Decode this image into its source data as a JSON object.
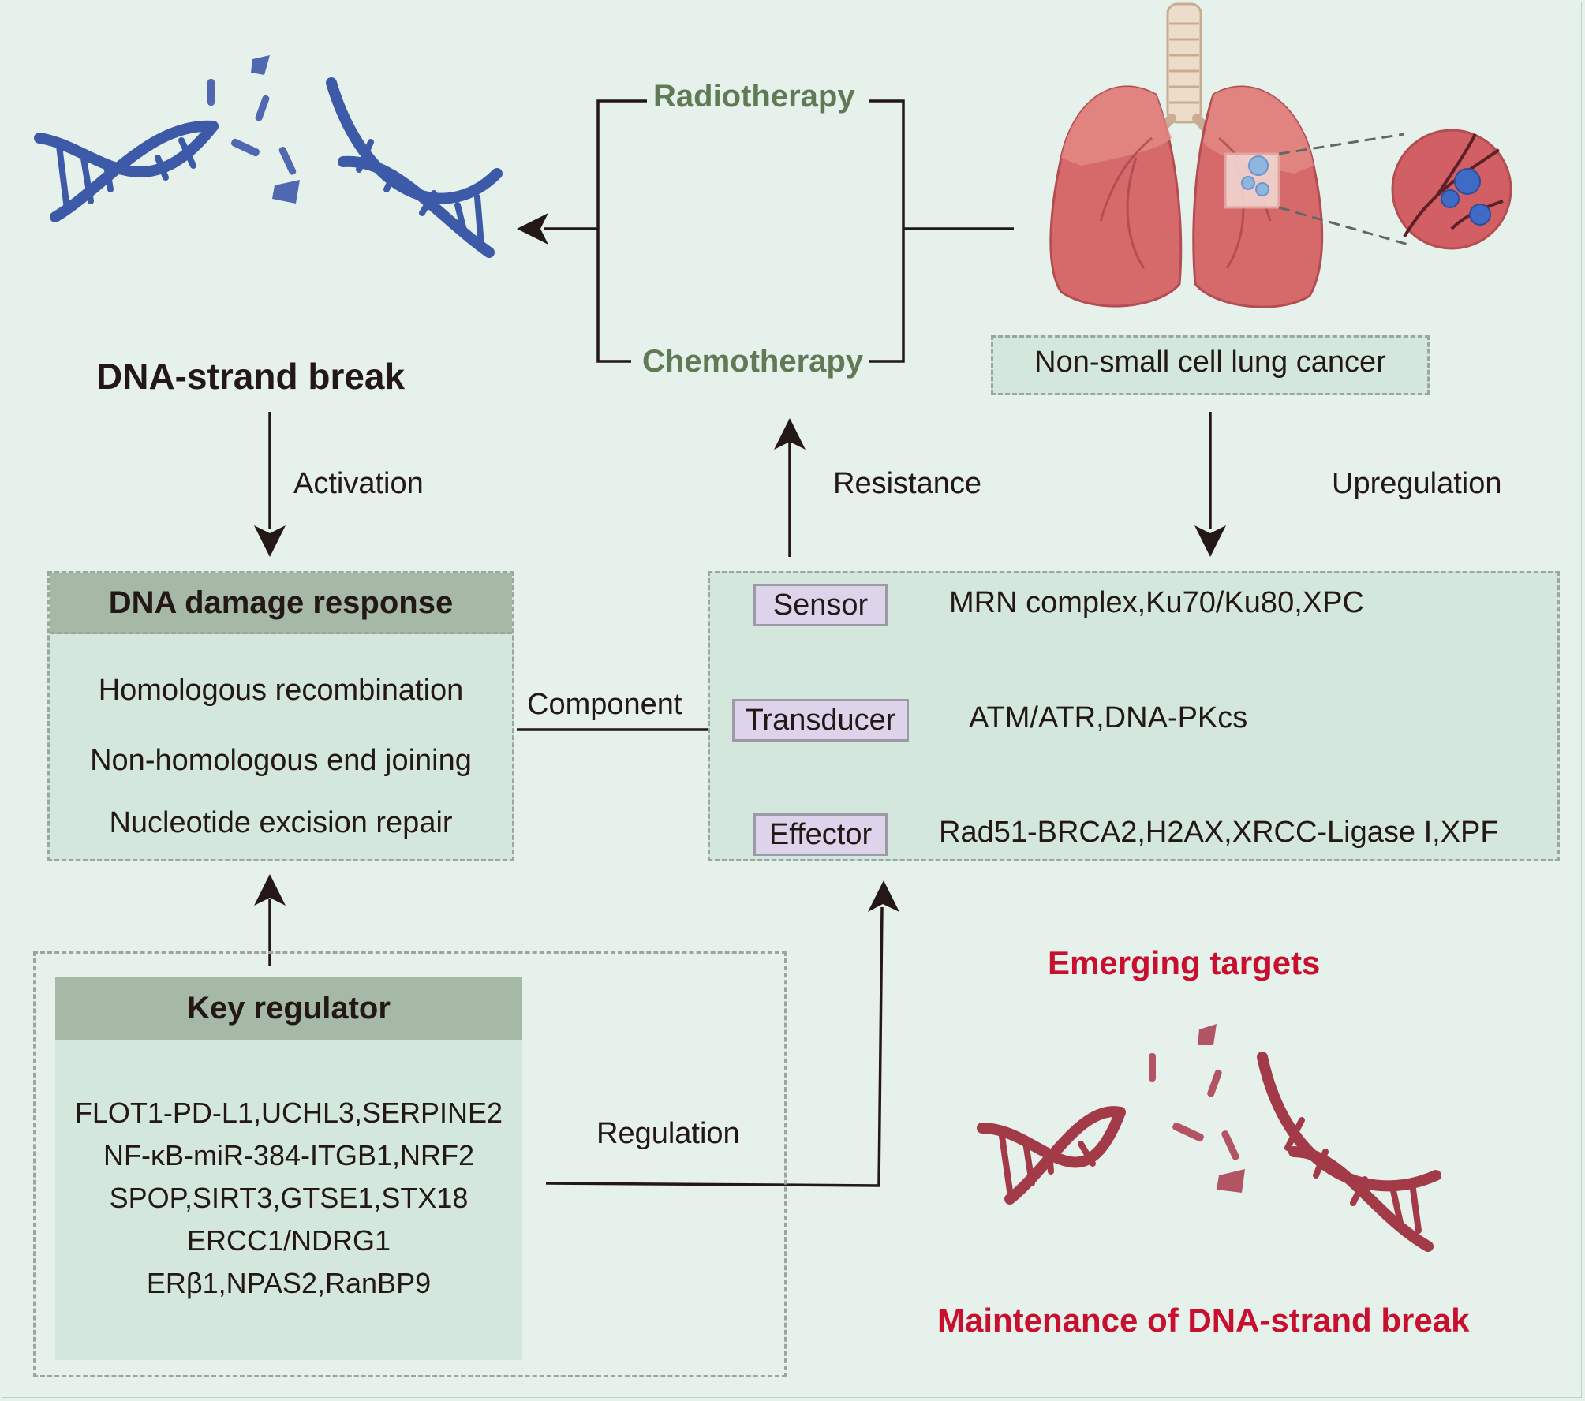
{
  "top": {
    "dna_break_label": "DNA-strand break",
    "radiotherapy": "Radiotherapy",
    "chemotherapy": "Chemotherapy",
    "nsclc": "Non-small cell lung cancer"
  },
  "edges": {
    "activation": "Activation",
    "resistance": "Resistance",
    "upregulation": "Upregulation",
    "component": "Component",
    "regulation": "Regulation"
  },
  "ddr": {
    "title": "DNA damage response",
    "items": [
      "Homologous recombination",
      "Non-homologous end joining",
      "Nucleotide excision repair"
    ]
  },
  "pathway": {
    "sensor": {
      "label": "Sensor",
      "examples": "MRN complex,Ku70/Ku80,XPC"
    },
    "transducer": {
      "label": "Transducer",
      "examples": "ATM/ATR,DNA-PKcs"
    },
    "effector": {
      "label": "Effector",
      "examples": "Rad51-BRCA2,H2AX,XRCC-Ligase I,XPF"
    }
  },
  "regulator": {
    "title": "Key regulator",
    "items": [
      "FLOT1-PD-L1,UCHL3,SERPINE2",
      "NF-κB-miR-384-ITGB1,NRF2",
      "SPOP,SIRT3,GTSE1,STX18",
      "ERCC1/NDRG1",
      "ERβ1,NPAS2,RanBP9"
    ]
  },
  "targets": {
    "title": "Emerging targets",
    "subtitle": "Maintenance of DNA-strand break"
  },
  "colors": {
    "background": "#e6f1ec",
    "panel": "#d3e7dc",
    "header": "#a6b9a6",
    "chip": "#ddd3ea",
    "therapy_text": "#5f7a55",
    "accent_red": "#c8102e",
    "dna_blue": "#3d5aa8",
    "dna_red": "#a23a48"
  }
}
